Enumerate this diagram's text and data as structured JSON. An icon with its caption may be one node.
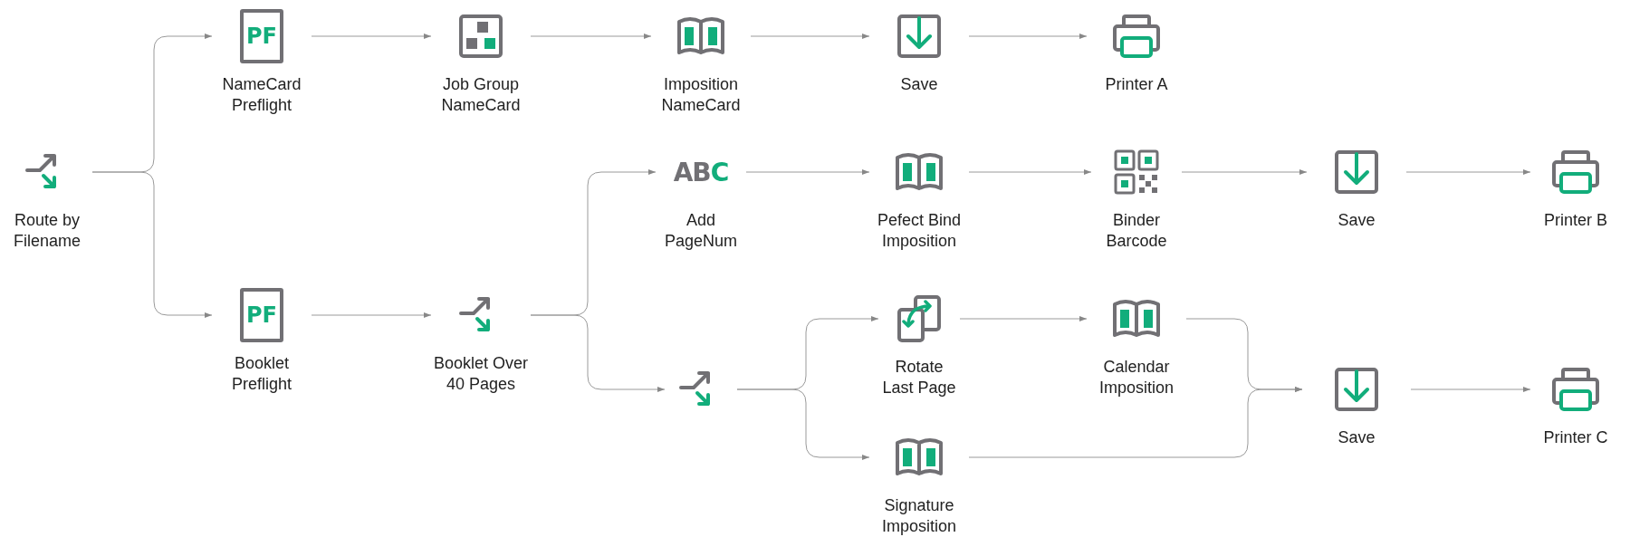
{
  "diagram": {
    "nodes": [
      {
        "text": [
          "Route by Filename"
        ]
      },
      {
        "text": [
          "PF",
          "NameCard Preflight"
        ]
      },
      {
        "text": [
          "Job Group NameCard"
        ]
      },
      {
        "text": [
          "Imposition NameCard"
        ]
      },
      {
        "text": [
          "Save"
        ]
      },
      {
        "text": [
          "Printer A"
        ]
      },
      {
        "text": [
          "ABC",
          "Add PageNum"
        ]
      },
      {
        "text": [
          "Pefect Bind Imposition"
        ]
      },
      {
        "text": [
          "Binder Barcode"
        ]
      },
      {
        "text": [
          "Save"
        ]
      },
      {
        "text": [
          "Printer B"
        ]
      },
      {
        "text": [
          "PF",
          "Booklet Preflight"
        ]
      },
      {
        "text": [
          "Booklet Over 40 Pages"
        ]
      },
      {
        "text": [],
        "shape": "picture"
      },
      {
        "text": [
          "Rotate Last Page"
        ]
      },
      {
        "text": [
          "Calendar Imposition"
        ]
      },
      {
        "text": [
          "Signature Imposition"
        ]
      },
      {
        "text": [
          "Save"
        ]
      },
      {
        "text": [
          "Printer C"
        ]
      }
    ],
    "edges": [
      {
        "from": 0,
        "to": 1,
        "arrow": "to"
      },
      {
        "from": 0,
        "to": 11,
        "arrow": "to"
      },
      {
        "from": 1,
        "to": 2,
        "arrow": "to"
      },
      {
        "from": 2,
        "to": 3,
        "arrow": "to"
      },
      {
        "from": 3,
        "to": 4,
        "arrow": "to"
      },
      {
        "from": 4,
        "to": 5,
        "arrow": "to"
      },
      {
        "from": 12,
        "to": 6,
        "arrow": "to"
      },
      {
        "from": 6,
        "to": 7,
        "arrow": "to"
      },
      {
        "from": 7,
        "to": 8,
        "arrow": "to"
      },
      {
        "from": 8,
        "to": 9,
        "arrow": "to"
      },
      {
        "from": 9,
        "to": 10,
        "arrow": "to"
      },
      {
        "from": 11,
        "to": 12,
        "arrow": "to"
      },
      {
        "from": 12,
        "to": 13,
        "arrow": "to"
      },
      {
        "from": 13,
        "to": 14,
        "arrow": "to"
      },
      {
        "from": 13,
        "to": 16,
        "arrow": "to"
      },
      {
        "from": 14,
        "to": 15,
        "arrow": "to"
      },
      {
        "from": 15,
        "to": 17,
        "arrow": "to"
      },
      {
        "from": 16,
        "to": 17,
        "arrow": "to"
      },
      {
        "from": 17,
        "to": 18,
        "arrow": "to"
      }
    ]
  }
}
